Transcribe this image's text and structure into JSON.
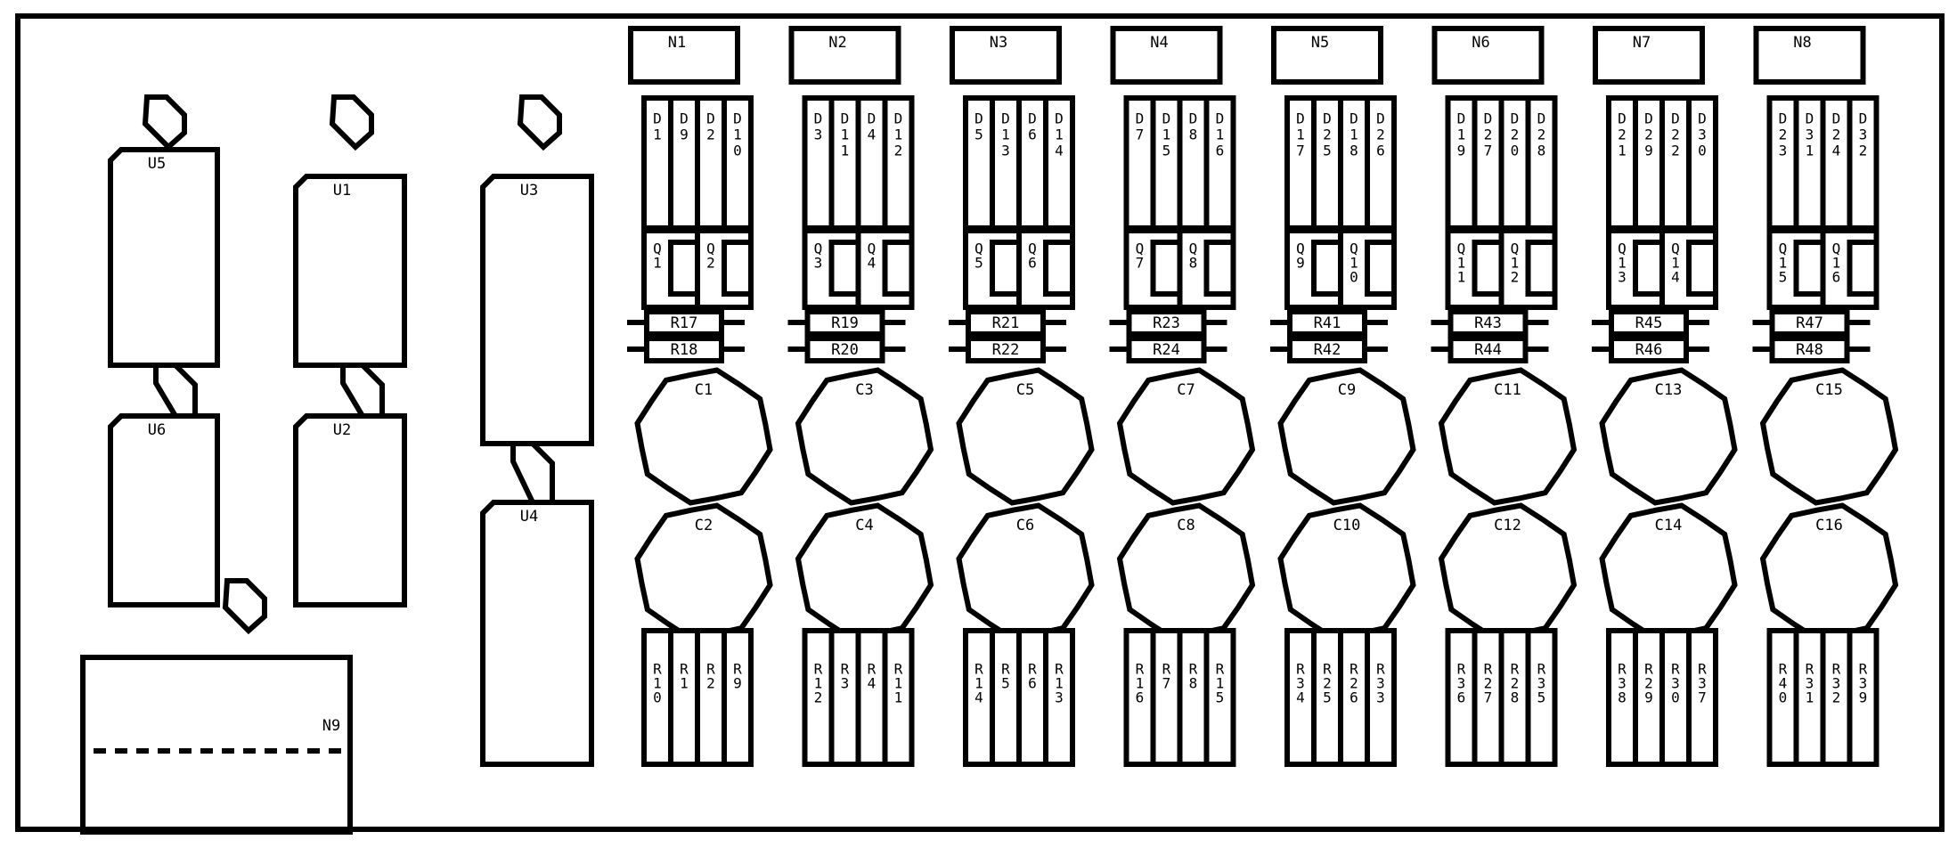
{
  "colors": {
    "stroke": "#000000",
    "background": "#ffffff"
  },
  "ics": [
    {
      "label": "U5",
      "pad": "top"
    },
    {
      "label": "U6",
      "pad": "bottom-right"
    },
    {
      "label": "U1",
      "pad": "top"
    },
    {
      "label": "U2",
      "pad": "none"
    },
    {
      "label": "U3",
      "pad": "top"
    },
    {
      "label": "U4",
      "pad": "none"
    }
  ],
  "connector": {
    "label": "N9"
  },
  "columns": [
    {
      "n": "N1",
      "d": [
        "D1",
        "D9",
        "D2",
        "D10"
      ],
      "q": [
        "Q1",
        "Q2"
      ],
      "r": [
        "R17",
        "R18"
      ],
      "c": [
        "C1",
        "C2"
      ],
      "rb": [
        "R10",
        "R1",
        "R2",
        "R9"
      ]
    },
    {
      "n": "N2",
      "d": [
        "D3",
        "D11",
        "D4",
        "D12"
      ],
      "q": [
        "Q3",
        "Q4"
      ],
      "r": [
        "R19",
        "R20"
      ],
      "c": [
        "C3",
        "C4"
      ],
      "rb": [
        "R12",
        "R3",
        "R4",
        "R11"
      ]
    },
    {
      "n": "N3",
      "d": [
        "D5",
        "D13",
        "D6",
        "D14"
      ],
      "q": [
        "Q5",
        "Q6"
      ],
      "r": [
        "R21",
        "R22"
      ],
      "c": [
        "C5",
        "C6"
      ],
      "rb": [
        "R14",
        "R5",
        "R6",
        "R13"
      ]
    },
    {
      "n": "N4",
      "d": [
        "D7",
        "D15",
        "D8",
        "D16"
      ],
      "q": [
        "Q7",
        "Q8"
      ],
      "r": [
        "R23",
        "R24"
      ],
      "c": [
        "C7",
        "C8"
      ],
      "rb": [
        "R16",
        "R7",
        "R8",
        "R15"
      ]
    },
    {
      "n": "N5",
      "d": [
        "D17",
        "D25",
        "D18",
        "D26"
      ],
      "q": [
        "Q9",
        "Q10"
      ],
      "r": [
        "R41",
        "R42"
      ],
      "c": [
        "C9",
        "C10"
      ],
      "rb": [
        "R34",
        "R25",
        "R26",
        "R33"
      ]
    },
    {
      "n": "N6",
      "d": [
        "D19",
        "D27",
        "D20",
        "D28"
      ],
      "q": [
        "Q11",
        "Q12"
      ],
      "r": [
        "R43",
        "R44"
      ],
      "c": [
        "C11",
        "C12"
      ],
      "rb": [
        "R36",
        "R27",
        "R28",
        "R35"
      ]
    },
    {
      "n": "N7",
      "d": [
        "D21",
        "D29",
        "D22",
        "D30"
      ],
      "q": [
        "Q13",
        "Q14"
      ],
      "r": [
        "R45",
        "R46"
      ],
      "c": [
        "C13",
        "C14"
      ],
      "rb": [
        "R38",
        "R29",
        "R30",
        "R37"
      ]
    },
    {
      "n": "N8",
      "d": [
        "D23",
        "D31",
        "D24",
        "D32"
      ],
      "q": [
        "Q15",
        "Q16"
      ],
      "r": [
        "R47",
        "R48"
      ],
      "c": [
        "C15",
        "C16"
      ],
      "rb": [
        "R40",
        "R31",
        "R32",
        "R39"
      ]
    }
  ]
}
